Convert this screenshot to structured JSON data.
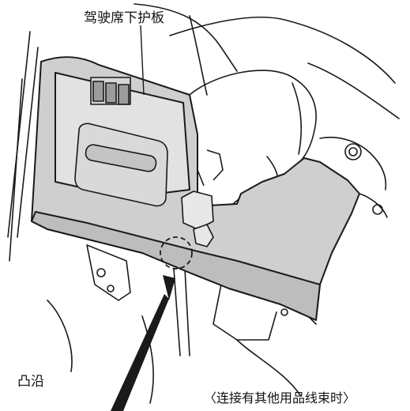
{
  "labels": {
    "panel": "驾驶席下护板",
    "flange": "凸沿",
    "note": "〈连接有其他用品线束时〉"
  },
  "colors": {
    "line": "#1a1a1a",
    "panel_fill": "#cfcfcf",
    "panel_light": "#e2e2e2",
    "background": "#ffffff"
  }
}
